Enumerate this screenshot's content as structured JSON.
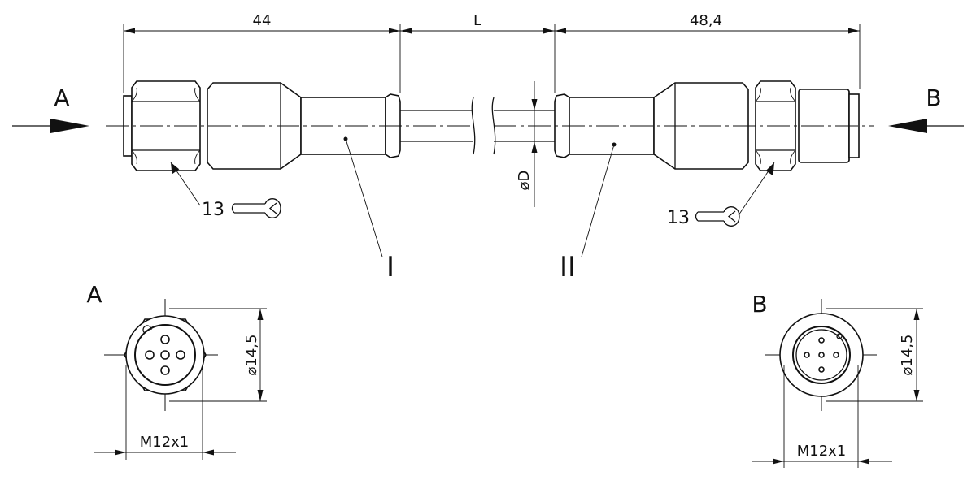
{
  "labels": {
    "dim_left": "44",
    "dim_length": "L",
    "dim_right": "48,4",
    "view_a_arrow": "A",
    "view_b_arrow": "B",
    "wrench_left": "13",
    "wrench_right": "13",
    "cable_diameter": "⌀D",
    "part_one": "I",
    "part_two": "II",
    "view_a_title": "A",
    "view_b_title": "B",
    "view_a_diameter": "⌀14,5",
    "view_b_diameter": "⌀14,5",
    "view_a_thread": "M12x1",
    "view_b_thread": "M12x1"
  }
}
